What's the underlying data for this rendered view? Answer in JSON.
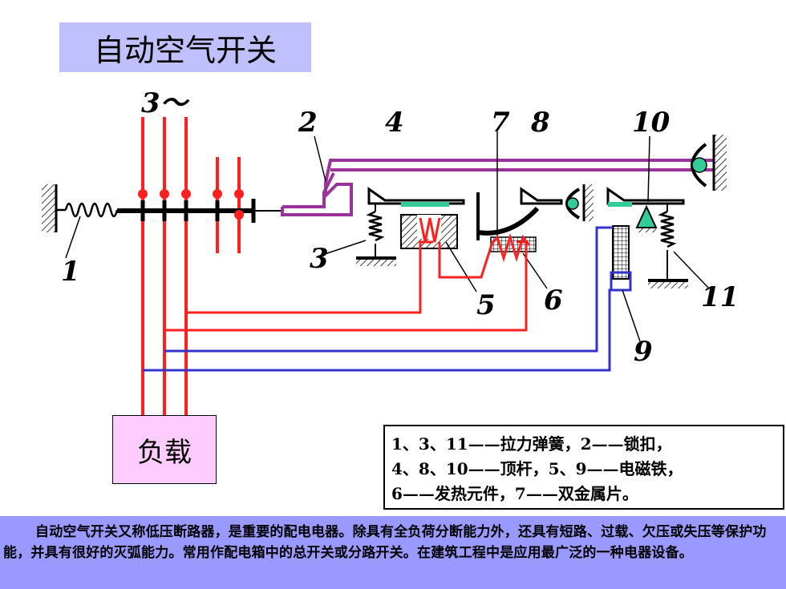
{
  "title": "自动空气开关",
  "diagram": {
    "phase_label": "3～",
    "part_numbers": [
      "1",
      "2",
      "3",
      "4",
      "5",
      "6",
      "7",
      "8",
      "9",
      "10",
      "11"
    ]
  },
  "load_label": "负载",
  "legend_lines": [
    "1、3、11——拉力弹簧，2——锁扣，",
    "4、8、10——顶杆，5、9——电磁铁，",
    "6——发热元件，7——双金属片。"
  ],
  "description": "自动空气开关又称低压断路器，是重要的配电电器。除具有全负荷分断能力外，还具有短路、过载、欠压或失压等保护功能，并具有很好的灭弧能力。常用作配电箱中的总开关或分路开关。在建筑工程中是应用最广泛的一种电器设备。",
  "colors": {
    "title_bg": "#c0c0ff",
    "load_bg": "#ffccff",
    "footer_bg": "#9999ff",
    "phase_wire": "#ff2020",
    "control_wire": "#3333cc",
    "latch": "#993399",
    "armature": "#33cc99"
  }
}
